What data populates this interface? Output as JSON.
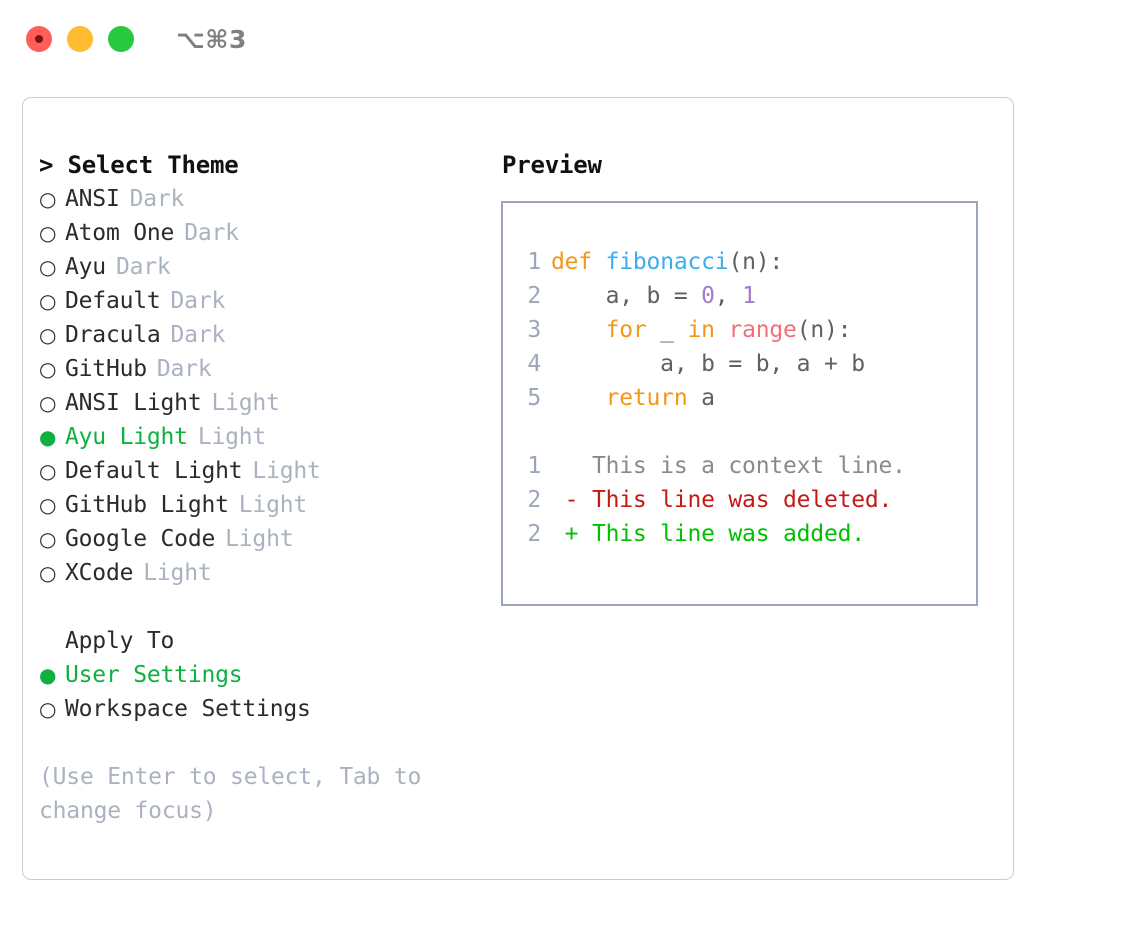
{
  "titlebar": {
    "shortcut": "⌥⌘3",
    "buttons": [
      {
        "name": "close",
        "color": "#FF5F57"
      },
      {
        "name": "minimize",
        "color": "#FEBC2E"
      },
      {
        "name": "zoom",
        "color": "#28C840"
      }
    ]
  },
  "theme_picker": {
    "heading": "> Select Theme",
    "marker_unselected": "○",
    "marker_selected": "●",
    "accent_color": "#10B040",
    "items": [
      {
        "label": "ANSI",
        "tag": "Dark",
        "selected": false
      },
      {
        "label": "Atom One",
        "tag": "Dark",
        "selected": false
      },
      {
        "label": "Ayu",
        "tag": "Dark",
        "selected": false
      },
      {
        "label": "Default",
        "tag": "Dark",
        "selected": false
      },
      {
        "label": "Dracula",
        "tag": "Dark",
        "selected": false
      },
      {
        "label": "GitHub",
        "tag": "Dark",
        "selected": false
      },
      {
        "label": "ANSI Light",
        "tag": "Light",
        "selected": false
      },
      {
        "label": "Ayu Light",
        "tag": "Light",
        "selected": true
      },
      {
        "label": "Default Light",
        "tag": "Light",
        "selected": false
      },
      {
        "label": "GitHub Light",
        "tag": "Light",
        "selected": false
      },
      {
        "label": "Google Code",
        "tag": "Light",
        "selected": false
      },
      {
        "label": "XCode",
        "tag": "Light",
        "selected": false
      }
    ]
  },
  "apply_to": {
    "heading": "Apply To",
    "items": [
      {
        "label": "User Settings",
        "selected": true
      },
      {
        "label": "Workspace Settings",
        "selected": false
      }
    ]
  },
  "hint": "(Use Enter to select, Tab to change focus)",
  "preview": {
    "title": "Preview",
    "code_lines": [
      {
        "lno": "1",
        "tokens": [
          {
            "t": "def",
            "c": "kw"
          },
          {
            "t": " ",
            "c": "punc"
          },
          {
            "t": "fibonacci",
            "c": "fn"
          },
          {
            "t": "(n):",
            "c": "punc"
          }
        ]
      },
      {
        "lno": "2",
        "tokens": [
          {
            "t": "    a, b = ",
            "c": "punc"
          },
          {
            "t": "0",
            "c": "num"
          },
          {
            "t": ", ",
            "c": "punc"
          },
          {
            "t": "1",
            "c": "num"
          }
        ]
      },
      {
        "lno": "3",
        "tokens": [
          {
            "t": "    ",
            "c": "punc"
          },
          {
            "t": "for",
            "c": "kw"
          },
          {
            "t": " _ ",
            "c": "punc"
          },
          {
            "t": "in",
            "c": "kw"
          },
          {
            "t": " ",
            "c": "punc"
          },
          {
            "t": "range",
            "c": "bi"
          },
          {
            "t": "(n):",
            "c": "punc"
          }
        ]
      },
      {
        "lno": "4",
        "tokens": [
          {
            "t": "        a, b = b, a + b",
            "c": "punc"
          }
        ]
      },
      {
        "lno": "5",
        "tokens": [
          {
            "t": "    ",
            "c": "punc"
          },
          {
            "t": "return",
            "c": "kw"
          },
          {
            "t": " a",
            "c": "punc"
          }
        ]
      }
    ],
    "diff_lines": [
      {
        "lno": "1",
        "sign": " ",
        "text": "This is a context line.",
        "kind": "ctx"
      },
      {
        "lno": "2",
        "sign": "-",
        "text": "This line was deleted.",
        "kind": "del"
      },
      {
        "lno": "2",
        "sign": "+",
        "text": "This line was added.",
        "kind": "add"
      }
    ],
    "colors": {
      "keyword": "#F29718",
      "function": "#3AAEEE",
      "number": "#A37ACC",
      "builtin": "#F07178",
      "text": "#5C6166",
      "line_number": "#9BA7B8",
      "diff_context": "#8A8A8A",
      "diff_deleted": "#C41A16",
      "diff_added": "#00C000",
      "border": "#9BA7B8"
    }
  }
}
